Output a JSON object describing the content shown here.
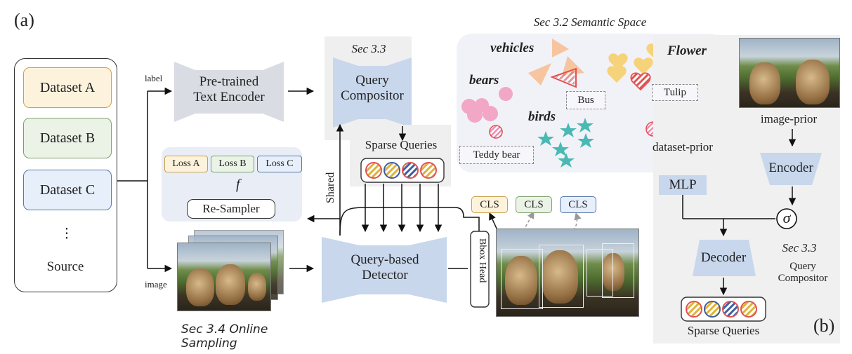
{
  "panel_labels": {
    "a": "(a)",
    "b": "(b)"
  },
  "source": {
    "datasets": [
      "Dataset A",
      "Dataset B",
      "Dataset C"
    ],
    "ellipsis": "⋮",
    "label": "Source"
  },
  "edge_labels": {
    "label": "label",
    "image": "image",
    "shared": "Shared"
  },
  "text_encoder": "Pre-trained\nText Encoder",
  "sec33_title": "Sec 3.3",
  "query_compositor": "Query\nCompositor",
  "sparse_queries": "Sparse Queries",
  "loss": {
    "a": "Loss A",
    "b": "Loss B",
    "c": "Loss C",
    "f": "f",
    "resampler": "Re-Sampler"
  },
  "detector": "Query-based\nDetector",
  "bbox_head": "Bbox Head",
  "online_sampling": "Sec 3.4 Online Sampling",
  "semantic_space": {
    "title": "Sec 3.2 Semantic Space",
    "vehicles": "vehicles",
    "flower": "Flower",
    "bears": "bears",
    "birds": "birds",
    "bus": "Bus",
    "tulip": "Tulip",
    "teddy": "Teddy bear",
    "dataset_prior": "dataset-prior"
  },
  "cls": [
    "CLS",
    "CLS",
    "CLS"
  ],
  "panel_b": {
    "image_prior": "image-prior",
    "encoder": "Encoder",
    "mlp": "MLP",
    "sigma": "σ",
    "decoder": "Decoder",
    "sec": "Sec 3.3",
    "qc": "Query\nCompositor",
    "sparse_queries": "Sparse Queries"
  },
  "colors": {
    "dataset_a": "#fdf3dc",
    "dataset_b": "#eaf3e6",
    "dataset_c": "#e7effa",
    "module_blue": "#c8d7ec",
    "module_gray": "#d9dde3",
    "query_red": "#e05353",
    "query_gold": "#e0b13c",
    "query_blue": "#3f5f9e",
    "pink": "#f3a7c6",
    "orange": "#f7b98a",
    "yellow": "#f6d27a",
    "teal": "#49b9b4"
  }
}
